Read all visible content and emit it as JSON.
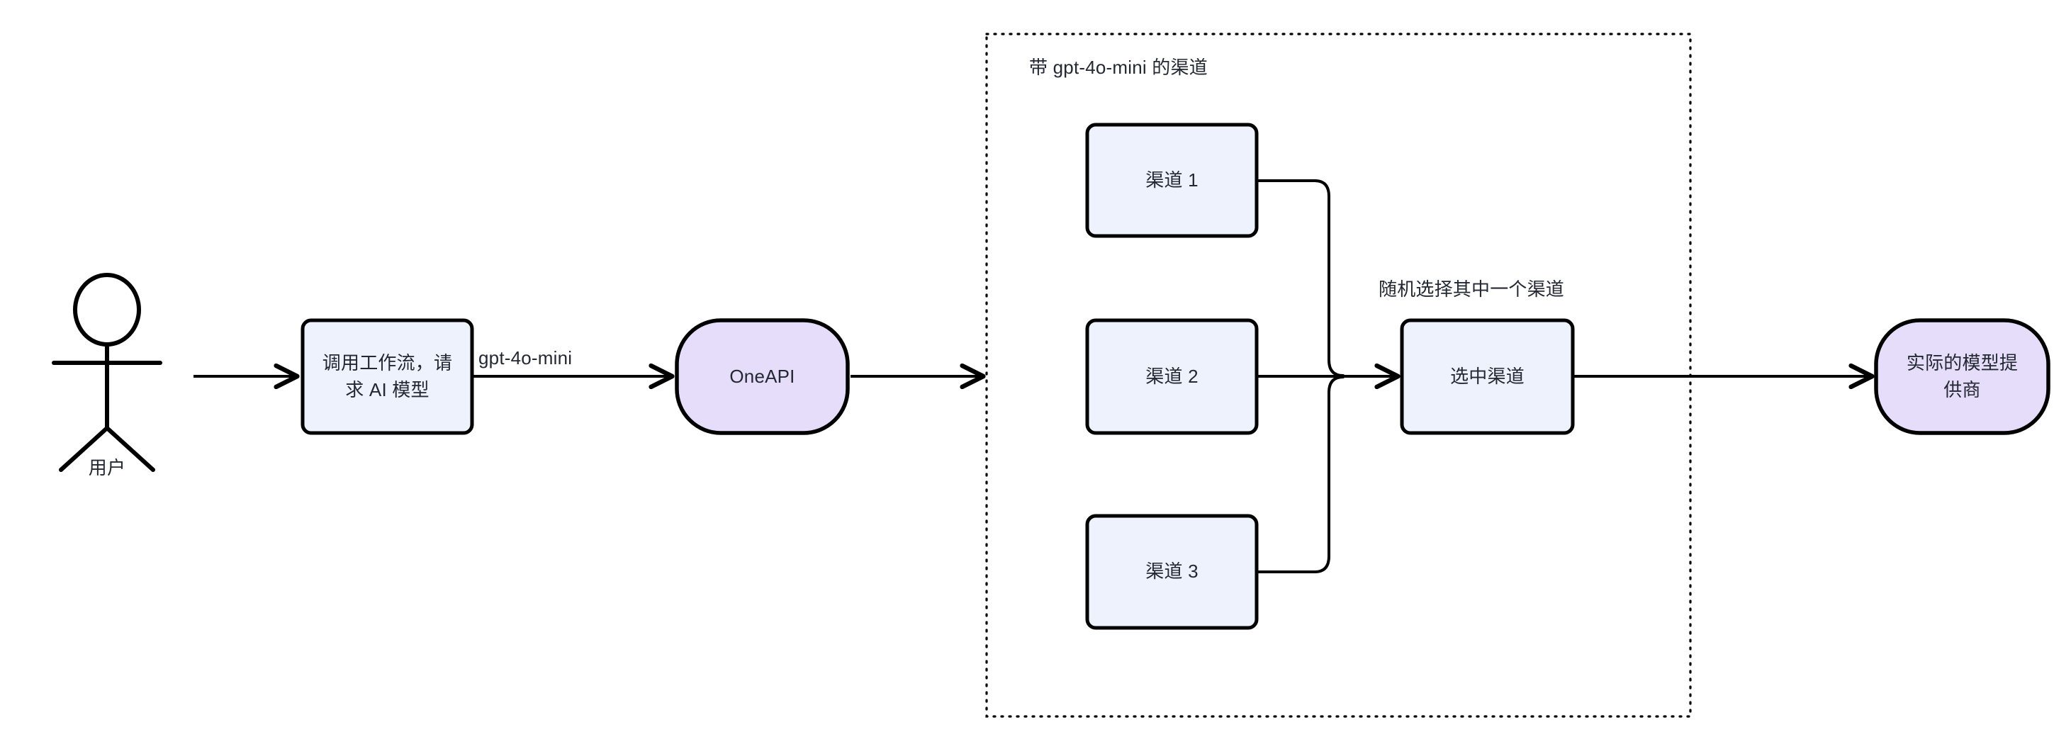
{
  "diagram": {
    "type": "flowchart",
    "background": "#ffffff",
    "stroke_color": "#000000",
    "text_color": "#232832",
    "colors": {
      "process_fill": "#edf2fc",
      "process_stroke": "#000000",
      "terminal_fill": "#e6ddfb",
      "terminal_stroke": "#000000",
      "group_border": "#000000",
      "edge": "#000000"
    }
  },
  "actor": {
    "name": "stick-figure-actor",
    "label": "用户"
  },
  "nodes": {
    "request": {
      "label": "调用工作流，请\n求 AI 模型",
      "shape": "rounded-rectangle",
      "fill": "#edf2fc"
    },
    "oneapi": {
      "label": "OneAPI",
      "shape": "stadium",
      "fill": "#e6ddfb"
    },
    "channel1": {
      "label": "渠道 1",
      "shape": "rounded-rectangle",
      "fill": "#edf2fc"
    },
    "channel2": {
      "label": "渠道 2",
      "shape": "rounded-rectangle",
      "fill": "#edf2fc"
    },
    "channel3": {
      "label": "渠道 3",
      "shape": "rounded-rectangle",
      "fill": "#edf2fc"
    },
    "selected": {
      "label": "选中渠道",
      "shape": "rounded-rectangle",
      "fill": "#edf2fc"
    },
    "provider": {
      "label": "实际的模型提\n供商",
      "shape": "stadium",
      "fill": "#e6ddfb"
    }
  },
  "group": {
    "title": "带 gpt-4o-mini 的渠道",
    "border_style": "dotted"
  },
  "edges": [
    {
      "from": "actor",
      "to": "request",
      "label": ""
    },
    {
      "from": "request",
      "to": "oneapi",
      "label": "gpt-4o-mini"
    },
    {
      "from": "oneapi",
      "to": "group",
      "label": ""
    },
    {
      "from": "channel1",
      "to": "selected",
      "label": ""
    },
    {
      "from": "channel2",
      "to": "selected",
      "label": "随机选择其中一个渠道"
    },
    {
      "from": "channel3",
      "to": "selected",
      "label": ""
    },
    {
      "from": "selected",
      "to": "provider",
      "label": ""
    }
  ],
  "edge_labels": {
    "model_name": "gpt-4o-mini",
    "random_pick": "随机选择其中一个渠道"
  }
}
